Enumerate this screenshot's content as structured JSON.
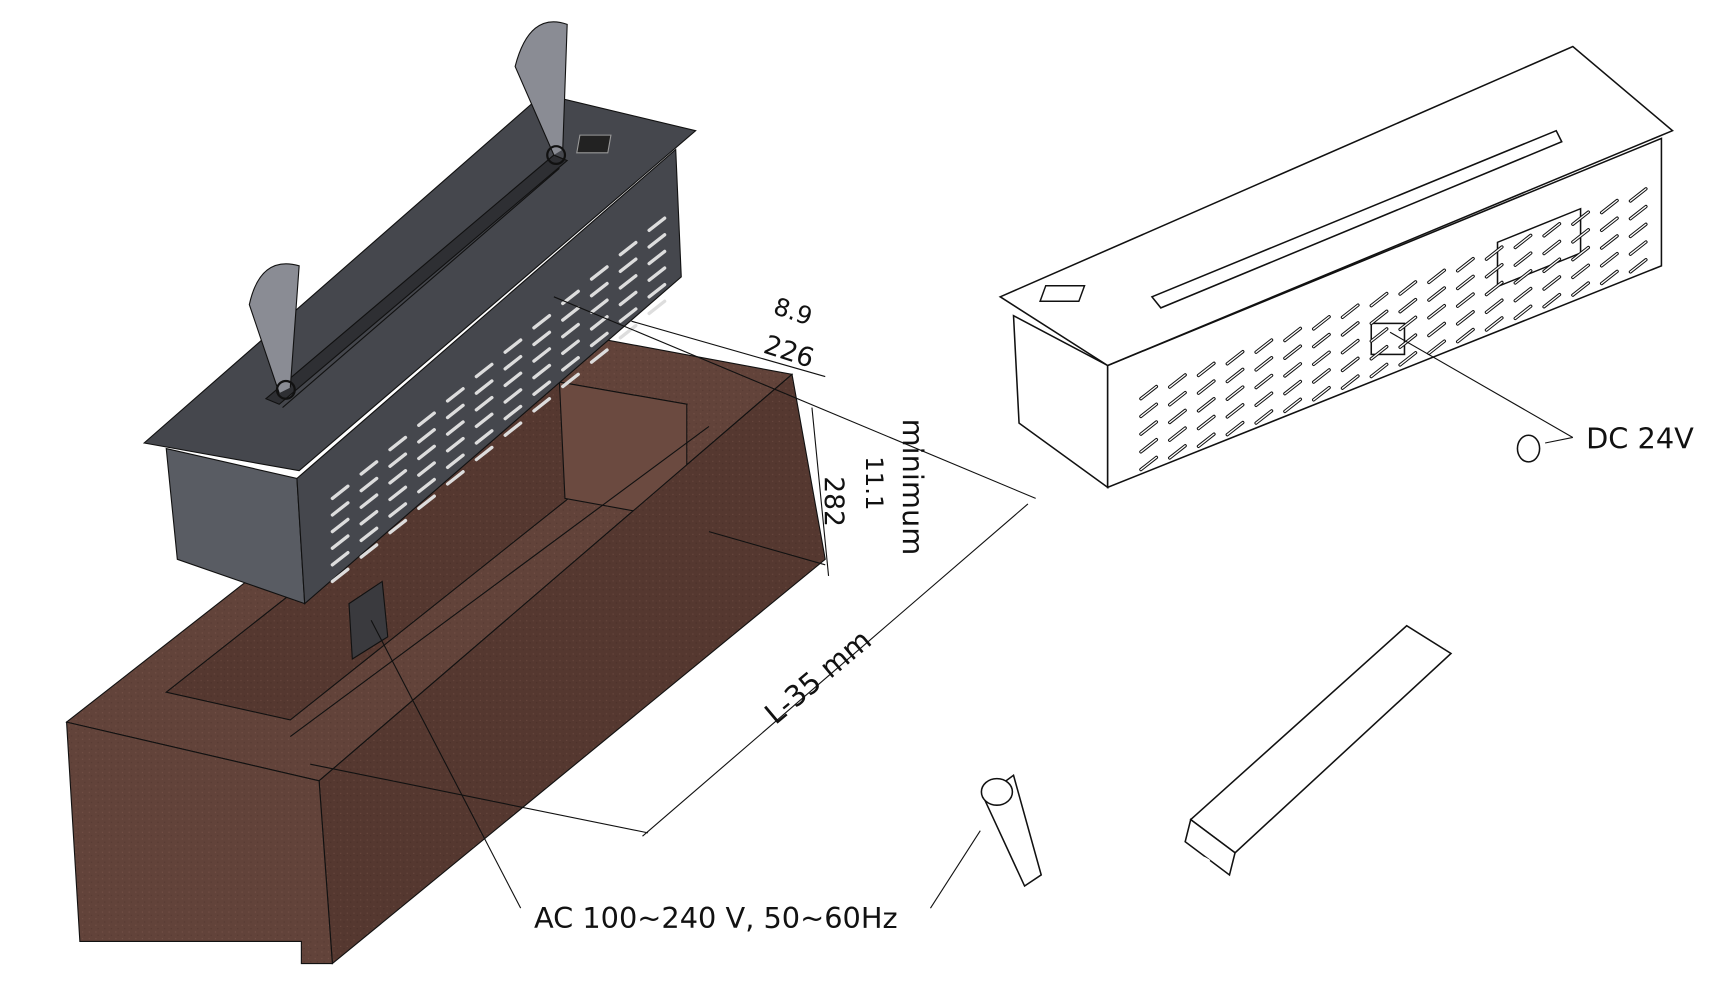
{
  "diagram": {
    "title": "Electric fireplace insert installation diagram",
    "dimensions": {
      "depth_in": "8.9",
      "depth_mm": "226",
      "height_in": "11.1",
      "height_mm": "282",
      "height_note": "minimum",
      "length": "L-35 mm"
    },
    "power": {
      "ac_label": "AC 100~240 V, 50~60Hz",
      "dc_label": "DC 24V"
    },
    "colors": {
      "cabinet": "#5a3a30",
      "insert": "#45474d"
    }
  }
}
